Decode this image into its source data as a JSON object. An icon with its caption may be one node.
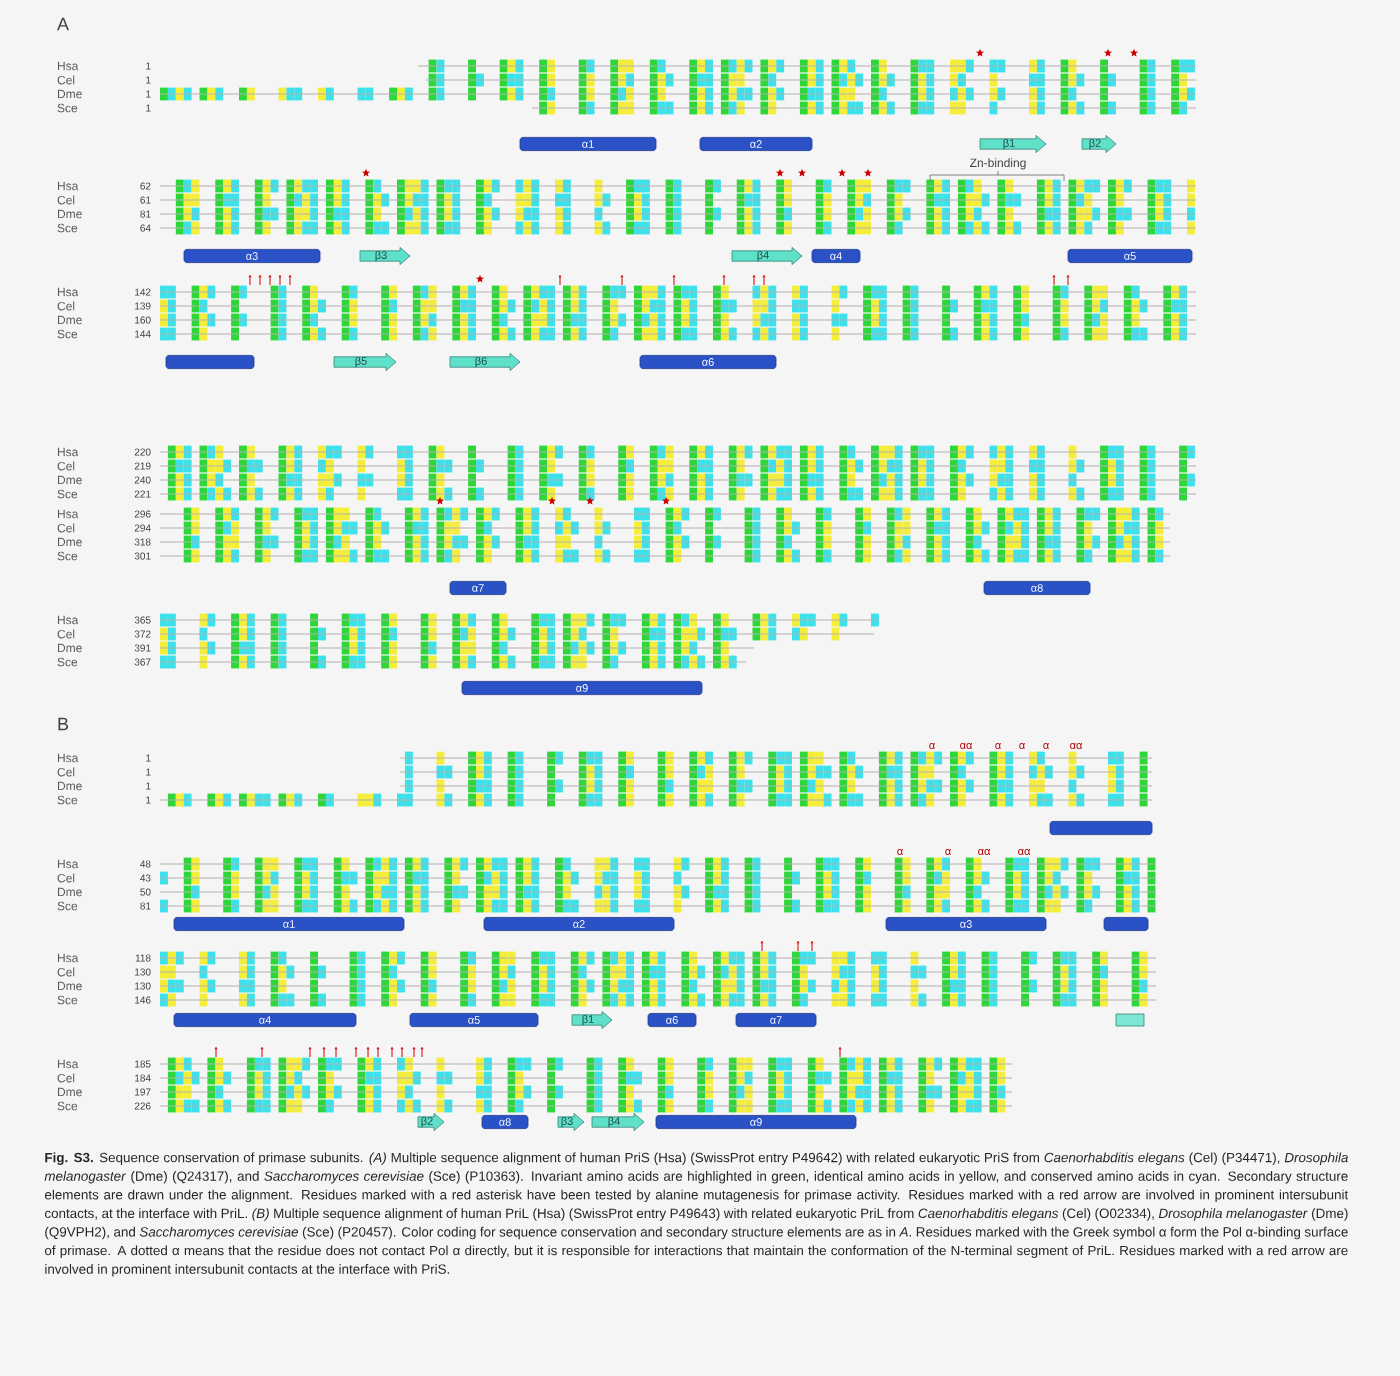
{
  "diagram": {
    "caption": "**Fig. S3.** Sequence conservation of primase subunits. *(A)* Multiple sequence alignment of human PriS (Hsa) (SwissProt entry P49642) with related eukaryotic PriS from *Caenorhabditis elegans* (Cel) (P34471), *Drosophila melanogaster* (Dme) (Q24317), and *Saccharomyces cerevisiae* (Sce) (P10363). Invariant amino acids are highlighted in green, identical amino acids in yellow, and conserved amino acids in cyan. Secondary structure elements are drawn under the alignment. Residues marked with a red asterisk have been tested by alanine mutagenesis for primase activity. Residues marked with a red arrow are involved in prominent intersubunit contacts, at the interface with PriL. *(B)* Multiple sequence alignment of human PriL (Hsa) (SwissProt entry P49643) with related eukaryotic PriL from *Caenorhabditis elegans* (Cel) (O02334), *Drosophila melanogaster* (Dme) (Q9VPH2), and *Saccharomyces cerevisiae* (Sce) (P20457). Color coding for sequence conservation and secondary structure elements are as in *A*. Residues marked with the Greek symbol α form the Pol α-binding surface of primase. A dotted α means that the residue does not contact Pol α directly, but it is responsible for interactions that maintain the conformation of the N-terminal segment of PriL. Residues marked with a red arrow are involved in prominent intersubunit contacts at the interface with PriS.",
    "labels": [
      "A",
      "Hsa",
      "1",
      "Cel",
      "1",
      "Dme",
      "1",
      "Sce",
      "1",
      "α1",
      "α2",
      "β1",
      "β2",
      "Zn-binding",
      "Hsa",
      "62",
      "Cel",
      "61",
      "Dme",
      "81",
      "Sce",
      "64",
      "α3",
      "β3",
      "β4",
      "α4",
      "α5",
      "Hsa",
      "142",
      "Cel",
      "139",
      "Dme",
      "160",
      "Sce",
      "144",
      "β5",
      "β6",
      "α6",
      "Hsa",
      "220",
      "Cel",
      "219",
      "Dme",
      "240",
      "Sce",
      "221",
      "Hsa",
      "296",
      "Cel",
      "294",
      "Dme",
      "318",
      "Sce",
      "301",
      "α7",
      "α8",
      "Hsa",
      "365",
      "Cel",
      "372",
      "Dme",
      "391",
      "Sce",
      "367",
      "α9",
      "B",
      "α",
      "αα",
      "α",
      "α",
      "α",
      "αα",
      "Hsa",
      "1",
      "Cel",
      "1",
      "Dme",
      "1",
      "Sce",
      "1",
      "α",
      "α",
      "αα",
      "αα",
      "Hsa",
      "48",
      "Cel",
      "43",
      "Dme",
      "50",
      "Sce",
      "81",
      "α1",
      "α2",
      "α3",
      "Hsa",
      "118",
      "Cel",
      "130",
      "Dme",
      "130",
      "Sce",
      "146",
      "α4",
      "α5",
      "β1",
      "α6",
      "α7",
      "Hsa",
      "185",
      "Cel",
      "184",
      "Dme",
      "197",
      "Sce",
      "226",
      "β2",
      "α8",
      "β3",
      "β4",
      "α9"
    ]
  }
}
